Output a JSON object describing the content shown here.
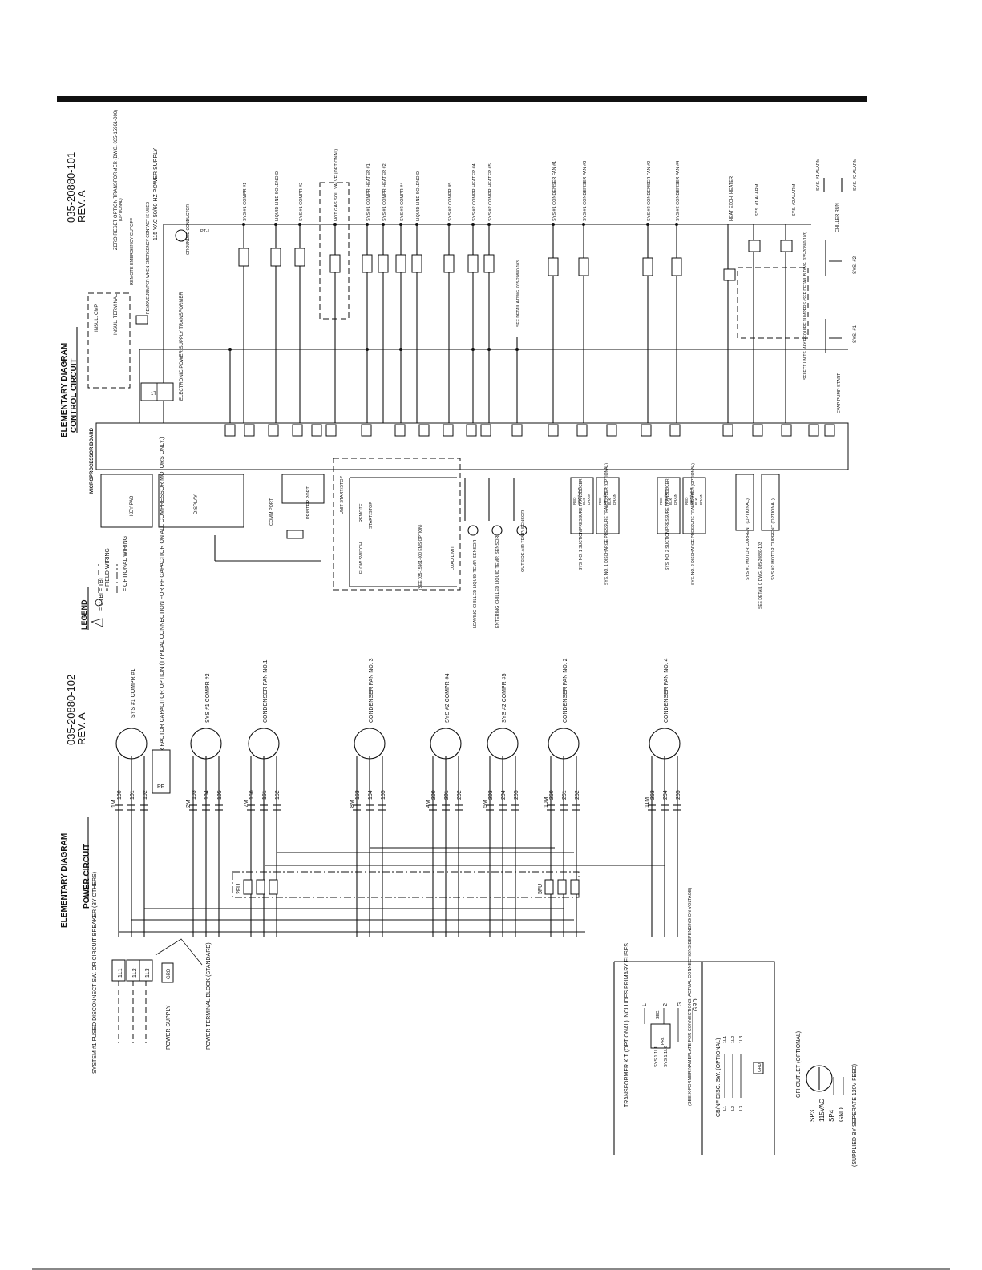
{
  "upper": {
    "doc_number": "035-20880-101",
    "revision": "REV. A",
    "title": "ELEMENTARY DIAGRAM",
    "subtitle": "CONTROL CIRCUIT",
    "power_supply": "115 VAC 50/60 HZ POWER SUPPLY",
    "supply_label": "PT-1",
    "transformer_label": "ELECTRONIC POWER SUPPLY TRANSFORMER",
    "transformer_id": "1T",
    "insul_cmp": "INSUL. CMP",
    "insul_terminal": "INSUL. TERMINAL",
    "zero_reset": "ZERO RESET OPTION TRANSFORMER (DWG. 035-15961-000)",
    "optional": "(OPTIONAL)",
    "remote_stop": "REMOTE EMERGENCY CUTOFF",
    "remove_jumper": "REMOVE JUMPER WHEN EMERGENCY CONTACT IS USED",
    "grounded_conductor": "GROUNDED CONDUCTOR",
    "microprocessor_board": "MICROPROCESSOR BOARD",
    "key_pad": "KEY PAD",
    "display": "DISPLAY",
    "comm_port": "COMM PORT",
    "printer_port": "PRINTER PORT",
    "flow_switch": "FLOW SWITCH",
    "remote": "REMOTE",
    "unit_start_stop": "UNIT START/STOP",
    "start_stop": "START/STOP",
    "ems_option": "(SEE 035-15961-000 EMS OPTION)",
    "load_limit": "LOAD LIMIT",
    "leaving_chilled": "LEAVING CHILLED LIQUID TEMP. SENSOR",
    "entering_chilled": "ENTERING CHILLED LIQUID TEMP. SENSOR",
    "outside_air": "OUTSIDE AIR TEMP. SENSOR",
    "see_detail_a": "SEE DETAIL A DWG. 035-20880-103",
    "see_detail_c": "SEE DETAIL C DWG. 035-20880-103",
    "select_units": "SELECT UNITS MAY REQUIRE JUMPERS (SEE DETAIL B DWG. 035-20880-103)",
    "heat_exch_heater": "HEAT EXCH. HEATER",
    "chiller_run": "CHILLER RUN",
    "sys1_alarm": "SYS. #1 ALARM",
    "sys2_alarm": "SYS. #2 ALARM",
    "sys1": "SYS. #1",
    "sys2": "SYS. #2",
    "evap_pump_start": "EVAP PUMP START",
    "coil_labels": [
      "SYS #1 COMPR #1",
      "LIQUID LINE SOLENOID",
      "SYS #1 COMPR #2",
      "HOT GAS SOL. VALVE (OPTIONAL)",
      "SYS #1 COMPR HEATER #1",
      "SYS #1 COMPR HEATER #2",
      "SYS #2 COMPR #4",
      "LIQUID LINE SOLENOID",
      "SYS #2 COMPR #5",
      "SYS #2 COMPR HEATER #4",
      "SYS #2 COMPR HEATER #5",
      "SYS #1 CONDENSER FAN #1",
      "SYS #1 CONDENSER FAN #3",
      "SYS #2 CONDENSER FAN #2",
      "SYS #2 CONDENSER FAN #4"
    ],
    "transducers": [
      "SYS. NO. 1 SUCTION PRESSURE TRANSDUCER",
      "SYS. NO. 1 DISCHARGE PRESSURE TRANSDUCER (OPTIONAL)",
      "SYS. NO. 2 SUCTION PRESSURE TRANSDUCER",
      "SYS. NO. 2 DISCHARGE PRESSURE TRANSDUCER (OPTIONAL)"
    ],
    "motor_currents": [
      "SYS #1 MOTOR CURRENT (OPTIONAL)",
      "SYS #2 MOTOR CURRENT (OPTIONAL)"
    ],
    "wire_colors": [
      "RED",
      "GRN/WHT",
      "BLK",
      "DRAIN"
    ]
  },
  "legend": {
    "title": "LEGEND",
    "items": [
      "= CTBI",
      "= TBI",
      "= FIELD WIRING",
      "= OPTIONAL WIRING"
    ]
  },
  "lower": {
    "doc_number": "035-20880-102",
    "revision": "REV. A",
    "title": "ELEMENTARY DIAGRAM",
    "subtitle": "POWER CIRCUIT",
    "pf_note": "POWER FACTOR CAPACITOR OPTION (TYPICAL CONNECTION FOR PF CAPACITOR ON ALL COMPRESSOR MOTORS ONLY.)",
    "motors": [
      {
        "label": "SYS #1 COMPR #1",
        "contactor": "1M",
        "wires": [
          "100",
          "101",
          "102"
        ]
      },
      {
        "label": "SYS #1 COMPR #2",
        "contactor": "2M",
        "wires": [
          "103",
          "104",
          "105"
        ]
      },
      {
        "label": "CONDENSER FAN NO.1",
        "contactor": "7M",
        "wires": [
          "150",
          "151",
          "152"
        ]
      },
      {
        "label": "CONDENSER FAN NO. 3",
        "contactor": "8M",
        "wires": [
          "153",
          "154",
          "155"
        ]
      },
      {
        "label": "SYS #2 COMPR #4",
        "contactor": "4M",
        "wires": [
          "200",
          "201",
          "202"
        ]
      },
      {
        "label": "SYS #2 COMPR #5",
        "contactor": "5M",
        "wires": [
          "203",
          "204",
          "205"
        ]
      },
      {
        "label": "CONDENSER FAN NO. 2",
        "contactor": "10M",
        "wires": [
          "250",
          "251",
          "252"
        ]
      },
      {
        "label": "CONDENSER FAN NO. 4",
        "contactor": "11M",
        "wires": [
          "253",
          "254",
          "255"
        ]
      }
    ],
    "pf_label": "PF",
    "fuse_left": "2FU",
    "fuse_right": "5FU",
    "disconnect": "SYSTEM #1 FUSED DISCONNECT SW. OR CIRCUIT BREAKER (BY OTHERS)",
    "power_supply": "POWER SUPPLY",
    "terminal_block": "POWER TERMINAL BLOCK (STANDARD)",
    "terminals": [
      "1L1",
      "1L2",
      "1L3"
    ],
    "ground": "GRD",
    "transformer_kit": "TRANSFORMER KIT (OPTIONAL) INCLUDES PRIMARY FUSES",
    "transformer_note": "(SEE X-FORMER NAMEPLATE FOR CONNECTIONS. ACTUAL CONNECTIONS DEPENDING ON VOLTAGE)",
    "xfmr_terminals": [
      "SYS 1 1L1",
      "SYS 1 1L2",
      "PRI.",
      "SEC.",
      "L",
      "2",
      "G",
      "GRD"
    ],
    "cb_disc": "CB/NF DISC. SW. (OPTIONAL)",
    "cb_terms": [
      "L1",
      "L2",
      "L3",
      "1L1",
      "1L2",
      "1L3",
      "GRD"
    ],
    "gfi_outlet": "GFI OUTLET (OPTIONAL)",
    "gfi_terms": [
      "SP3",
      "SP4",
      "GND"
    ],
    "gfi_voltage": "115VAC",
    "supply_note": "(SUPPLIED BY SEPERATE 120V FEED)"
  }
}
